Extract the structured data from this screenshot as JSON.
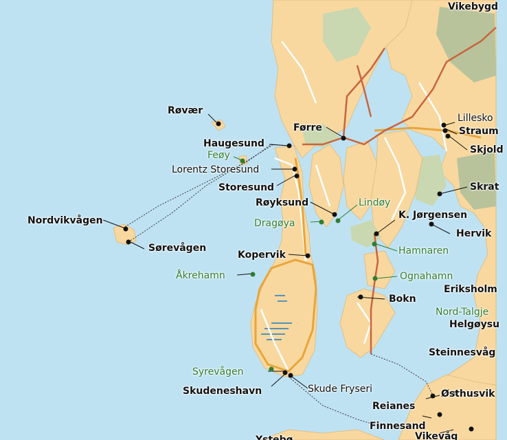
{
  "colors": {
    "sea": "#bfe2f2",
    "land": "#f8d89f",
    "forest": "#c9d8b0",
    "mountain": "#b8c39c",
    "road": "#ffffff",
    "main_road": "#e8a53a",
    "route": "#c8643c",
    "ferry": "#333333",
    "place_black": "#111111",
    "place_green": "#2e7d32",
    "marsh": "#1f7ac2"
  },
  "places": {
    "vikebygd": "Vikebygd",
    "rovaer": "Røvær",
    "lillesko": "Lillesko",
    "straum": "Straum",
    "skjold": "Skjold",
    "forre": "Førre",
    "haugesund": "Haugesund",
    "feoy": "Feøy",
    "lorentz_storesund": "Lorentz Storesund",
    "storesund": "Storesund",
    "skrat": "Skrat",
    "royksund": "Røyksund",
    "lindoy": "Lindøy",
    "nordvikvagen": "Nordvikvågen",
    "dragoya": "Dragøya",
    "k_jorgensen": "K. Jørgensen",
    "hervik": "Hervik",
    "sorevagen": "Sørevågen",
    "kopervik": "Kopervik",
    "hamnaren": "Hamnaren",
    "akrehamn": "Åkrehamn",
    "ognahamn": "Ognahamn",
    "eriksholm": "Eriksholm",
    "bokn": "Bokn",
    "nord_talgje": "Nord-Talgje",
    "helgoysund": "Helgøysu",
    "steinnesvag": "Steinnesvåg",
    "syrevagen": "Syrevågen",
    "skude_fryseri": "Skude Fryseri",
    "skudeneshavn": "Skudeneshavn",
    "osthusvik": "Østhusvik",
    "reianes": "Reianes",
    "finnesand": "Finnesand",
    "vikevag": "Vikevåg",
    "ytstebo": "Ystebø"
  }
}
